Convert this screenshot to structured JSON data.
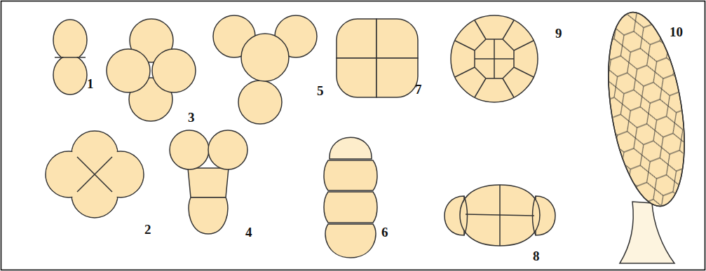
{
  "diagram": {
    "labels": [
      "1",
      "3",
      "5",
      "7",
      "9",
      "10",
      "2",
      "4",
      "6",
      "8"
    ]
  }
}
